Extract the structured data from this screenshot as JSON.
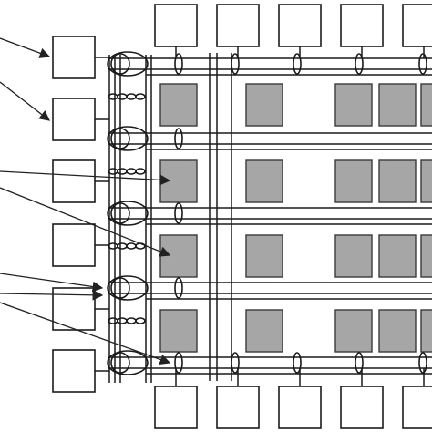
{
  "diagram": {
    "description_text": "",
    "colors": {
      "background": "#ffffff",
      "line": "#1a1a1a",
      "shaded_cell": "#a6a6a6",
      "box_fill": "#ffffff"
    },
    "grid": {
      "top_boxes": 5,
      "bottom_boxes": 5,
      "left_boxes": 6,
      "shaded_rows": 4,
      "shaded_cols": 5,
      "bus_channels": 6,
      "vertical_bus_lines": 3
    },
    "pointer_arrows": 7,
    "icons": [
      "arrow-head-icon",
      "ellipse-node-icon"
    ]
  }
}
